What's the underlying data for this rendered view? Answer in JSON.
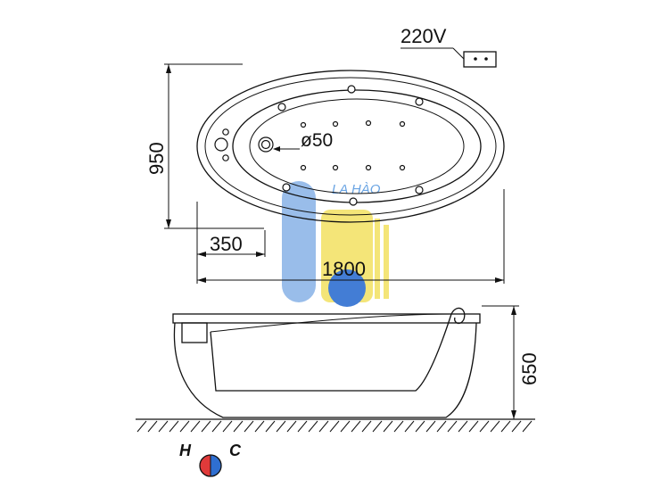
{
  "labels": {
    "voltage": "220V",
    "height": "950",
    "drain_offset": "350",
    "length": "1800",
    "drain_diameter": "ø50",
    "depth": "650",
    "hot": "H",
    "cold": "C",
    "watermark": "LA HÀO"
  },
  "colors": {
    "line": "#111111",
    "hot": "#e03a3a",
    "cold": "#2f6fd1",
    "watermark_blue": "#8fb6e8",
    "watermark_yellow": "#f3e36a"
  }
}
